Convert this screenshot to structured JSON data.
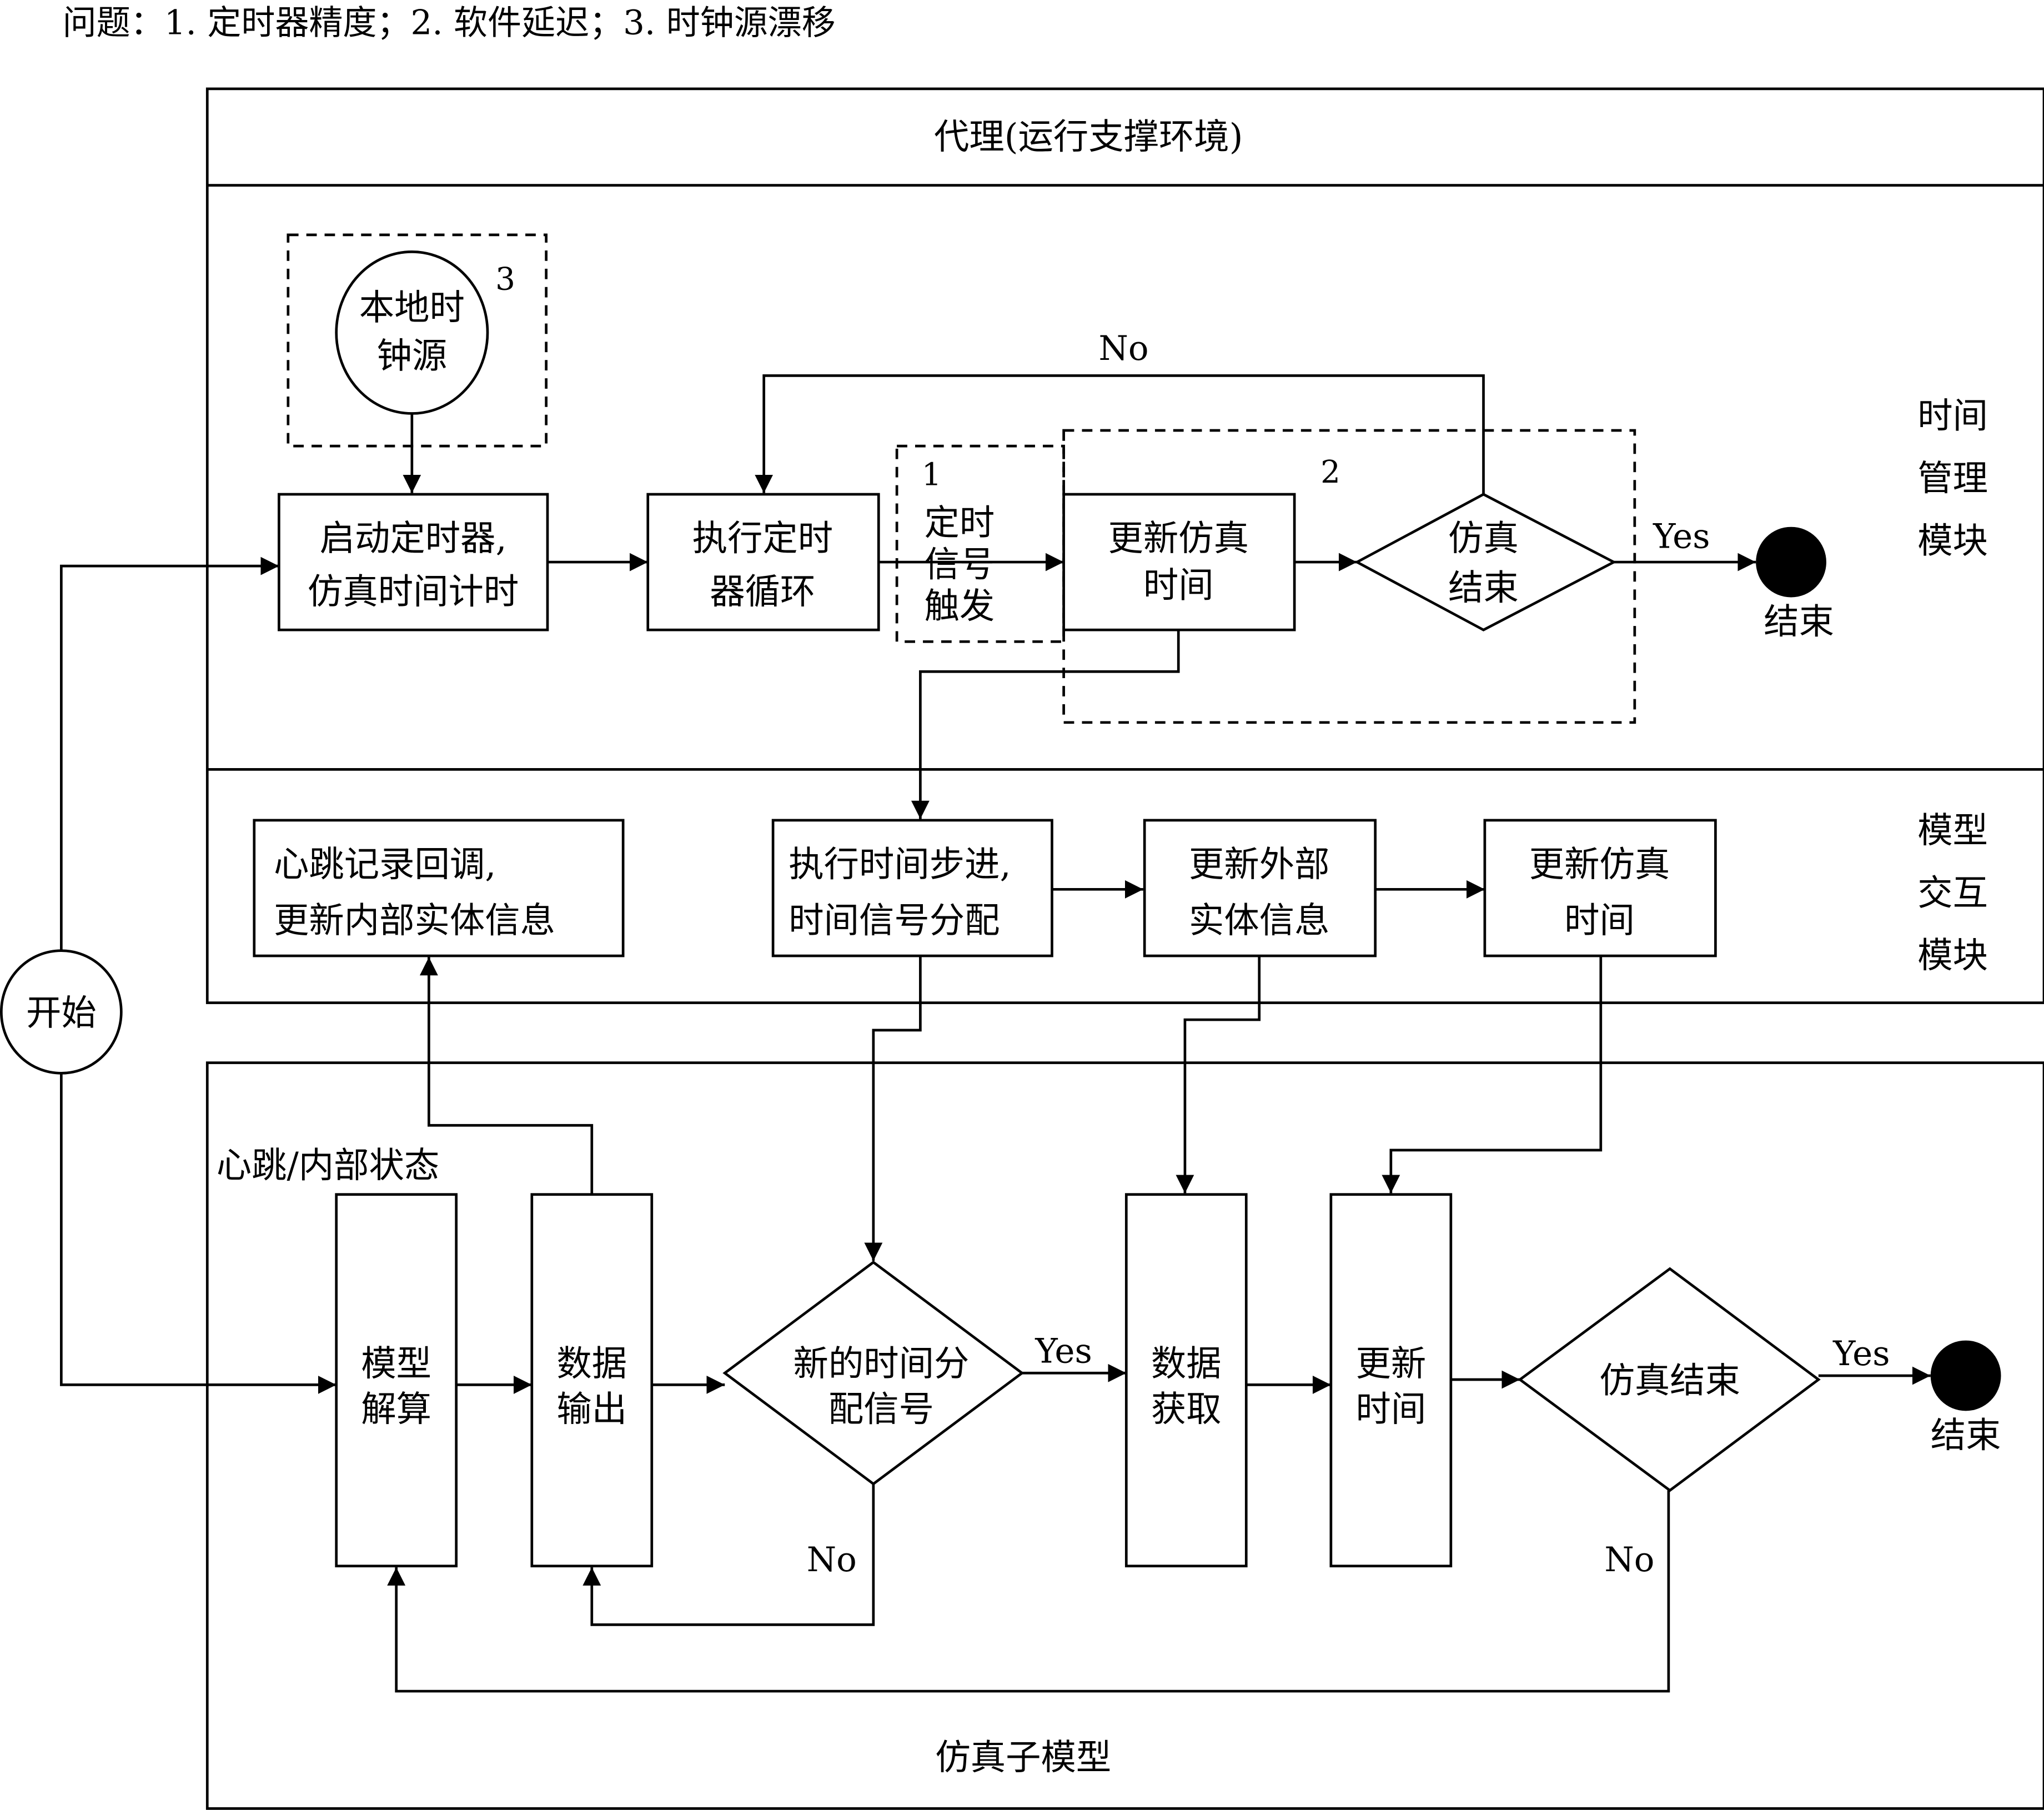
{
  "title": "问题：1. 定时器精度；2. 软件延迟；3. 时钟源漂移",
  "agent_header": "代理(运行支撑环境)",
  "lanes": {
    "time_mgmt": [
      "时间",
      "管理",
      "模块"
    ],
    "model_interact": [
      "模型",
      "交互",
      "模块"
    ],
    "sub_model": "仿真子模型"
  },
  "start": "开始",
  "clock": [
    "本地时",
    "钟源"
  ],
  "markers": {
    "one": "1",
    "two": "2",
    "three": "3"
  },
  "tm": {
    "start_timer": [
      "启动定时器,",
      "仿真时间计时"
    ],
    "timer_loop": [
      "执行定时",
      "器循环"
    ],
    "trigger": [
      "定时",
      "信号",
      "触发"
    ],
    "update_time": [
      "更新仿真",
      "时间"
    ],
    "sim_end": [
      "仿真",
      "结束"
    ],
    "yes": "Yes",
    "no": "No",
    "end": "结束"
  },
  "mi": {
    "heartbeat": [
      "心跳记录回调,",
      "更新内部实体信息"
    ],
    "step": [
      "执行时间步进,",
      "时间信号分配"
    ],
    "update_ext": [
      "更新外部",
      "实体信息"
    ],
    "update_time": [
      "更新仿真",
      "时间"
    ]
  },
  "sm": {
    "heartbeat_label": "心跳/内部状态",
    "solve": [
      "模型",
      "解算"
    ],
    "output": [
      "数据",
      "输出"
    ],
    "new_signal": [
      "新的时间分",
      "配信号"
    ],
    "acquire": [
      "数据",
      "获取"
    ],
    "update": [
      "更新",
      "时间"
    ],
    "sim_end": "仿真结束",
    "yes1": "Yes",
    "no1": "No",
    "yes2": "Yes",
    "no2": "No",
    "end": "结束"
  }
}
